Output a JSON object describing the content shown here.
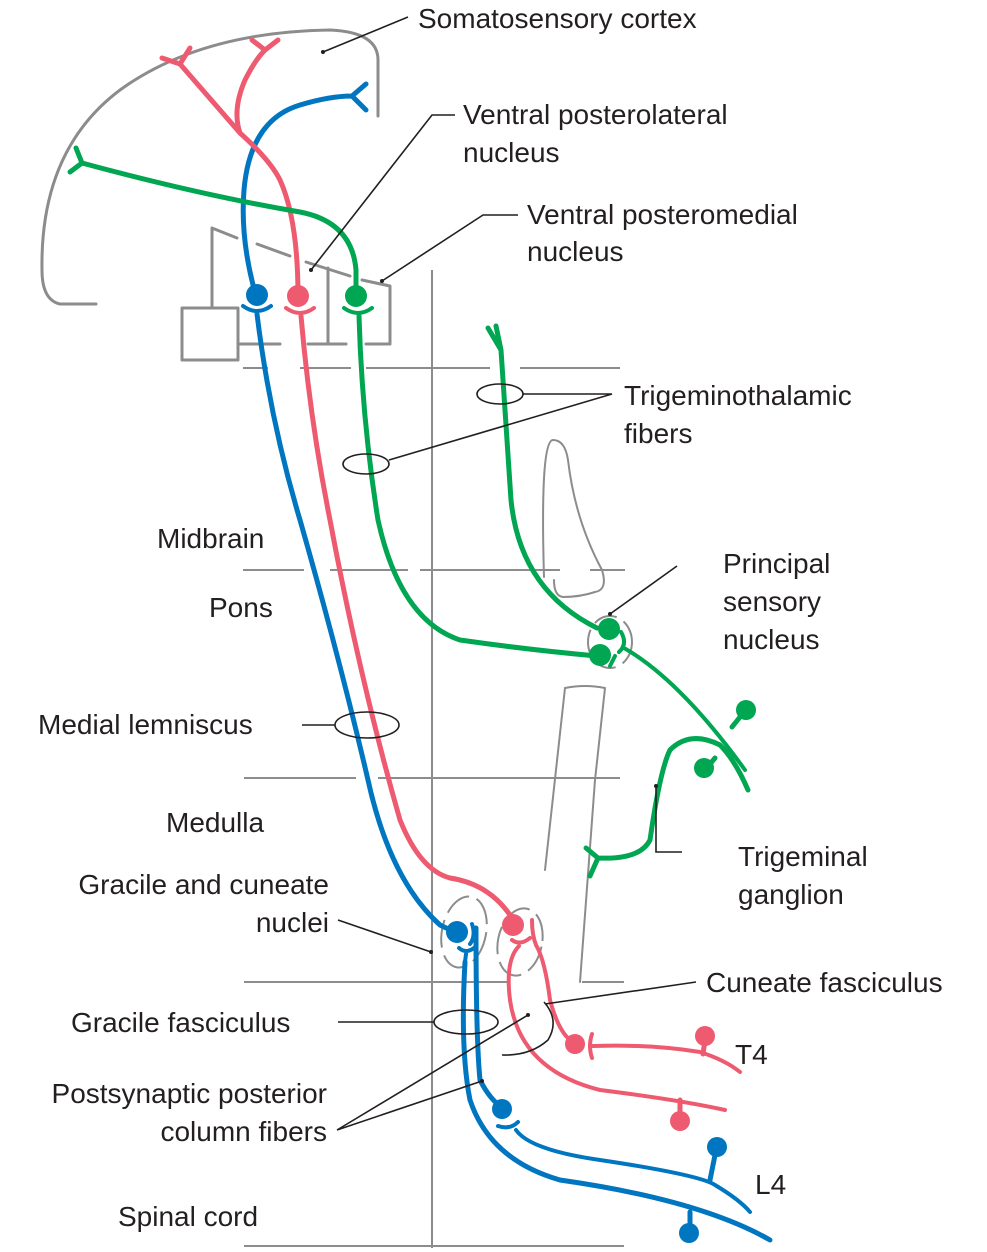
{
  "diagram": {
    "title": "Posterior column–medial lemniscus and trigeminothalamic pathways",
    "colors": {
      "blue_pathway": "#0076c0",
      "red_pathway": "#ee5a6f",
      "green_pathway": "#00a651",
      "structure_outline": "#8c8c8c",
      "label_text": "#231f20"
    },
    "labels": {
      "somatosensory_cortex": "Somatosensory cortex",
      "vpl_line1": "Ventral posterolateral",
      "vpl_line2": "nucleus",
      "vpm_line1": "Ventral posteromedial",
      "vpm_line2": "nucleus",
      "trigeminothalamic_line1": "Trigeminothalamic",
      "trigeminothalamic_line2": "fibers",
      "midbrain": "Midbrain",
      "pons": "Pons",
      "principal_line1": "Principal",
      "principal_line2": "sensory",
      "principal_line3": "nucleus",
      "medial_lemniscus": "Medial lemniscus",
      "medulla": "Medulla",
      "trigeminal_ganglion_line1": "Trigeminal",
      "trigeminal_ganglion_line2": "ganglion",
      "gracile_cuneate_line1": "Gracile and cuneate",
      "gracile_cuneate_line2": "nuclei",
      "cuneate_fasciculus": "Cuneate fasciculus",
      "gracile_fasciculus": "Gracile fasciculus",
      "t4": "T4",
      "postsynaptic_line1": "Postsynaptic posterior",
      "postsynaptic_line2": "column fibers",
      "l4": "L4",
      "spinal_cord": "Spinal cord"
    }
  }
}
